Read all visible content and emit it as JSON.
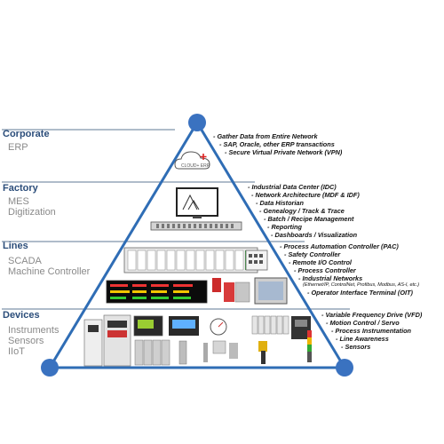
{
  "levels": [
    {
      "title": "Corporate",
      "subtitles": [
        "ERP"
      ],
      "features": [
        "- Gather Data from Entire Network",
        "- SAP, Oracle, other ERP transactions",
        "- Secure Virtual Private Network (VPN)"
      ]
    },
    {
      "title": "Factory",
      "subtitles": [
        "MES",
        "Digitization"
      ],
      "features": [
        "- Industrial Data Center (IDC)",
        "- Network  Architecture (MDF & IDF)",
        "- Data Historian",
        "- Genealogy / Track & Trace",
        "- Batch / Recipe Management",
        "- Reporting",
        "- Dashboards / Visualization"
      ]
    },
    {
      "title": "Lines",
      "subtitles": [
        "SCADA",
        "Machine Controller"
      ],
      "features": [
        "- Process Automation Controller (PAC)",
        "- Safety Controller",
        "- Remote I/O Control",
        "- Process Controller",
        "- Industrial Networks",
        "(Ethernet/IP, ControlNet, Profibus, Modbus, AS-I, etc.)",
        "- Operator Interface Terminal (OIT)"
      ]
    },
    {
      "title": "Devices",
      "subtitles": [
        "Instruments",
        "Sensors",
        "IIoT"
      ],
      "features": [
        "- Variable Frequency Drive (VFD)",
        "- Motion Control / Servo",
        "- Process Instrumentation",
        "- Line Awareness",
        "- Sensors"
      ]
    }
  ],
  "cloud_label": "CLOUD+ ERP",
  "colors": {
    "pyramid_edge": "#2f6db5",
    "node": "#3a72c0",
    "divider": "#7f93ab",
    "title": "#2b4d7a",
    "subtitle": "#8a8a8a"
  }
}
